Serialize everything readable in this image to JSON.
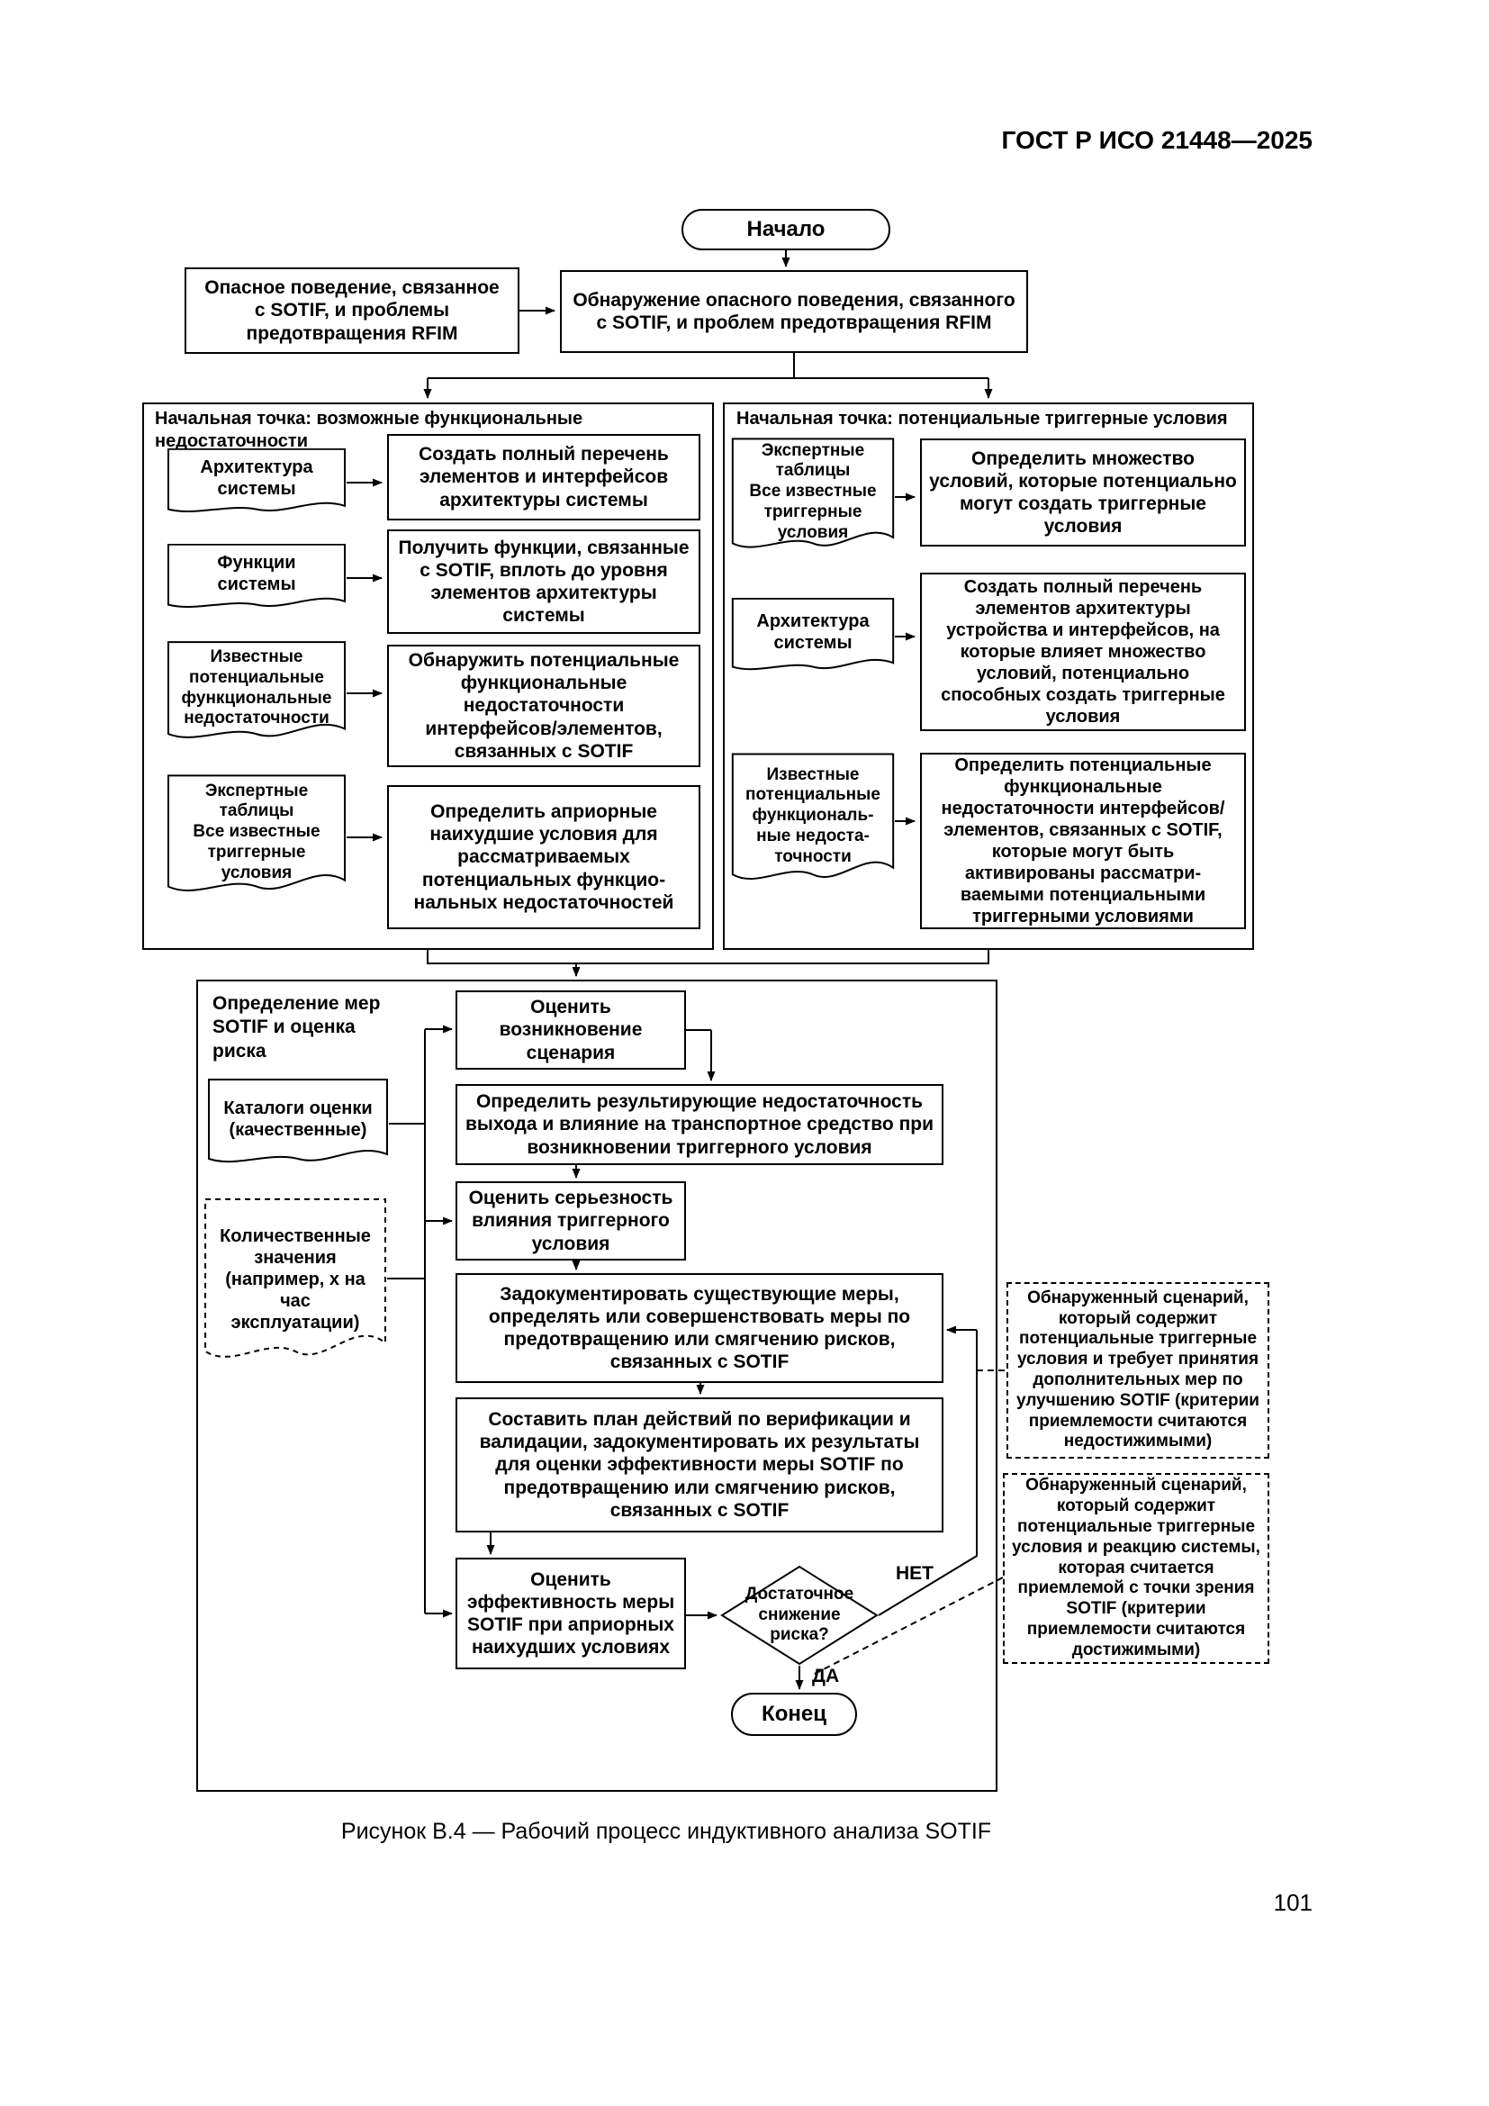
{
  "page": {
    "header": "ГОСТ Р ИСО 21448—2025",
    "caption": "Рисунок В.4 — Рабочий процесс индуктивного анализа SOTIF",
    "page_number": "101"
  },
  "top": {
    "start_label": "Начало",
    "hazard_doc": "Опасное поведение, связанное\nс SOTIF, и проблемы\nпредотвращения RFIM",
    "detect_step": "Обнаружение опасного поведения, связанного\nс SOTIF, и проблем предотвращения RFIM"
  },
  "left_section": {
    "title": "Начальная точка: возможные функциональные недостаточности",
    "docs": [
      "Архитектура\nсистемы",
      "Функции\nсистемы",
      "Известные\nпотенциальные\nфункциональные\nнедостаточности",
      "Экспертные таблицы\nВсе известные\nтриггерные\nусловия"
    ],
    "steps": [
      "Создать полный перечень элементов и интерфейсов архитектуры системы",
      "Получить функции, связанные с SOTIF, вплоть до уровня элементов архитектуры системы",
      "Обнаружить потенциальные функциональные недостаточности интерфейсов/элементов, связанных с SOTIF",
      "Определить априорные наихудшие условия для рассматриваемых потенциальных функцио­нальных недостаточностей"
    ]
  },
  "right_section": {
    "title": "Начальная точка: потенциальные триггерные условия",
    "docs": [
      "Экспертные\nтаблицы\nВсе известные\nтриггерные\nусловия",
      "Архитектура\nсистемы",
      "Известные\nпотенциальные\nфункциональ-\nные недоста-\nточности"
    ],
    "steps": [
      "Определить множество условий, которые потенциально могут создать триггерные условия",
      "Создать полный перечень элементов архитектуры устройства и интерфейсов, на которые влияет множество условий, потенциально способных создать триггерные условия",
      "Определить потенциальные функциональные недостаточности интерфейсов/элементов, связанных с SOTIF, которые могут быть активированы рассматри­ваемыми потенциальными триггерными условиями"
    ]
  },
  "bottom_section": {
    "title": "Определение мер\nSOTIF и оценка\nриска",
    "docs": [
      "Каталоги оценки\n(качественные)",
      "Количественные\nзначения\n(например, x на\nчас\nэксплуатации)"
    ],
    "steps": [
      "Оценить\nвозникновение\nсценария",
      "Определить результирующие недостаточность выхода и влияние на транспортное средство при возникновении триггерного условия",
      "Оценить серьезность\nвлияния триггерного\nусловия",
      "Задокументировать существующие меры, определять или совершенствовать меры по предотвращению или смягчению рисков, связанных с SOTIF",
      "Составить план действий по верификации и валидации, задокументировать их результаты для оценки эффективности меры SOTIF по предотвращению или смягчению рисков, связанных с SOTIF",
      "Оценить\nэффективность меры\nSOTIF при априорных\nнаихудших условиях"
    ],
    "decision": "Достаточное\nснижение\nриска?",
    "yes_label": "ДА",
    "no_label": "НЕТ",
    "end_label": "Конец"
  },
  "annotations": {
    "unacceptable": "Обнаруженный сценарий, который содержит потенциальные триггерные условия и требует принятия дополнительных мер по улучшению SOTIF (критерии приемлемости считаются недостижимыми)",
    "acceptable": "Обнаруженный сценарий, который содержит потенциальные триггерные условия и реакцию системы, которая считается приемлемой с точки зрения SOTIF (критерии приемлемости считаются достижимыми)"
  }
}
